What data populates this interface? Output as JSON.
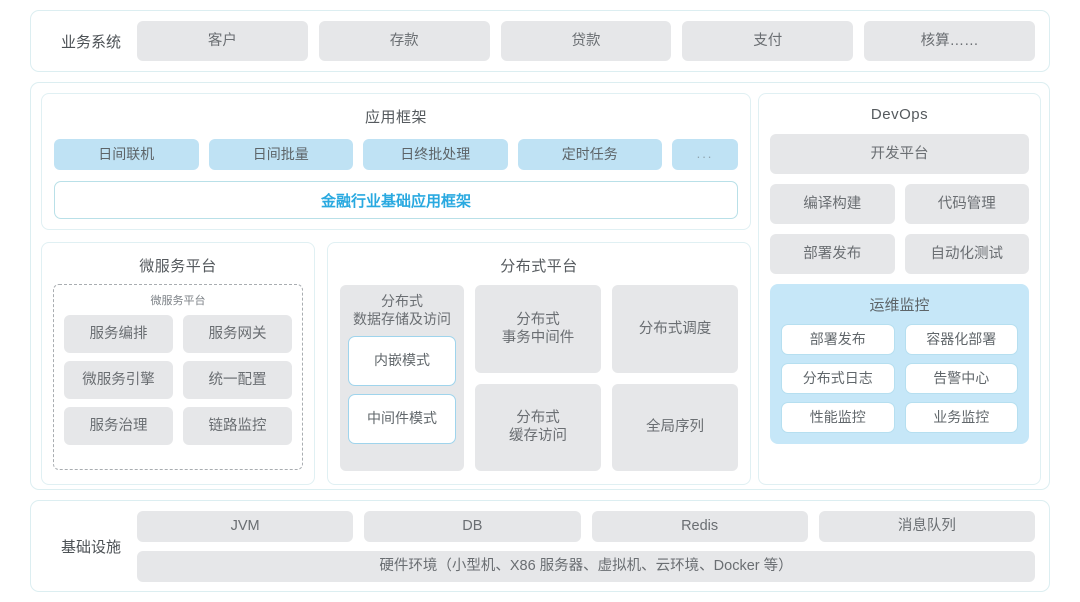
{
  "business_row": {
    "label": "业务系统",
    "items": [
      "客户",
      "存款",
      "贷款",
      "支付",
      "核算……"
    ]
  },
  "app_framework": {
    "title": "应用框架",
    "chips": [
      "日间联机",
      "日间批量",
      "日终批处理",
      "定时任务",
      "..."
    ],
    "base_framework": "金融行业基础应用框架",
    "base_framework_color": "#29a9e0"
  },
  "microservice_platform": {
    "title": "微服务平台",
    "inner_title": "微服务平台",
    "items": [
      "服务编排",
      "服务网关",
      "微服务引擎",
      "统一配置",
      "服务治理",
      "链路监控"
    ]
  },
  "distributed_platform": {
    "title": "分布式平台",
    "left_card": {
      "title": "分布式\n数据存储及访问",
      "modes": [
        "内嵌模式",
        "中间件模式"
      ]
    },
    "right_items": [
      "分布式\n事务中间件",
      "分布式调度",
      "分布式\n缓存访问",
      "全局序列"
    ]
  },
  "devops": {
    "title": "DevOps",
    "platform": "开发平台",
    "pairs": [
      "编译构建",
      "代码管理",
      "部署发布",
      "自动化测试"
    ],
    "ops_panel": {
      "title": "运维监控",
      "items": [
        "部署发布",
        "容器化部署",
        "分布式日志",
        "告警中心",
        "性能监控",
        "业务监控"
      ],
      "background": "#c6e7f8"
    }
  },
  "infrastructure": {
    "label": "基础设施",
    "items": [
      "JVM",
      "DB",
      "Redis",
      "消息队列"
    ],
    "hardware": "硬件环境（小型机、X86 服务器、虚拟机、云环境、Docker 等）"
  },
  "theme": {
    "chip_gray": "#e6e7e9",
    "chip_blue": "#bfe2f4",
    "outer_border": "#dceef1",
    "accent": "#29a9e0"
  }
}
